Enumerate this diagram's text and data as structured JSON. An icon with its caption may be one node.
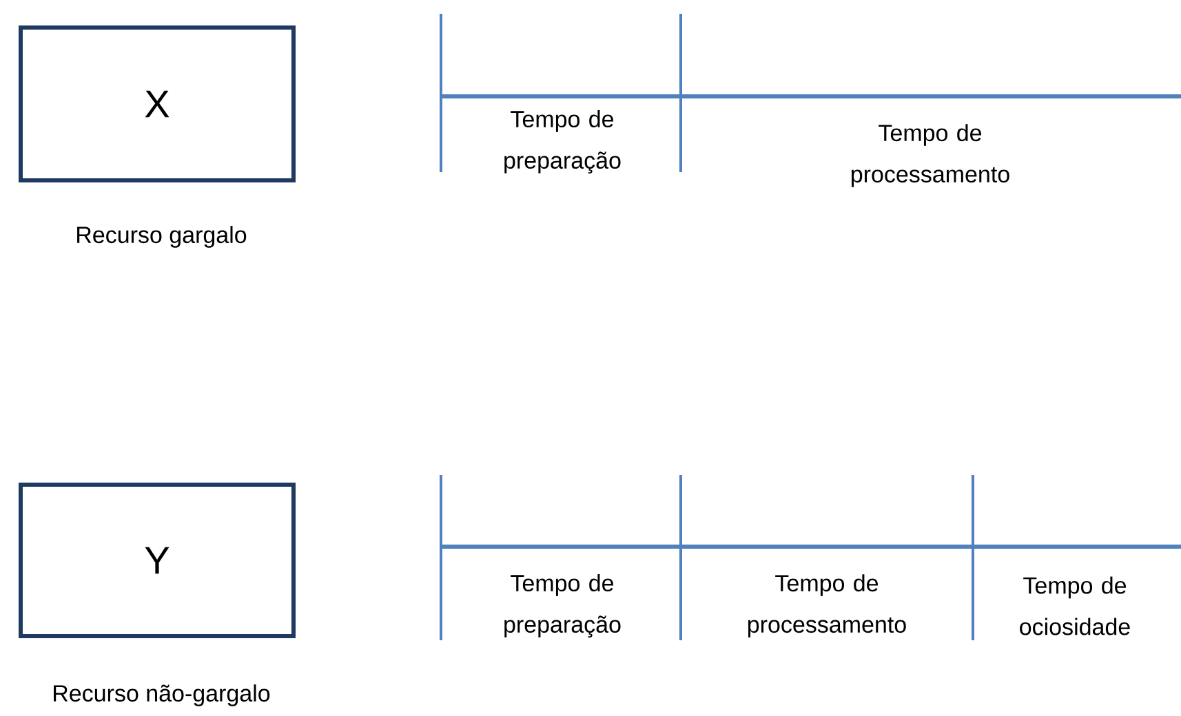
{
  "diagram": {
    "nodes": [
      {
        "text": [
          "X"
        ],
        "beside": [
          "Recurso gargalo"
        ]
      },
      {
        "text": [
          "Y"
        ],
        "beside": [
          "Recurso não-gargalo"
        ]
      }
    ],
    "labels": [
      "Tempo de preparação",
      "Tempo de processamento",
      "Tempo de preparação",
      "Tempo de processamento",
      "Tempo de ociosidade"
    ]
  }
}
